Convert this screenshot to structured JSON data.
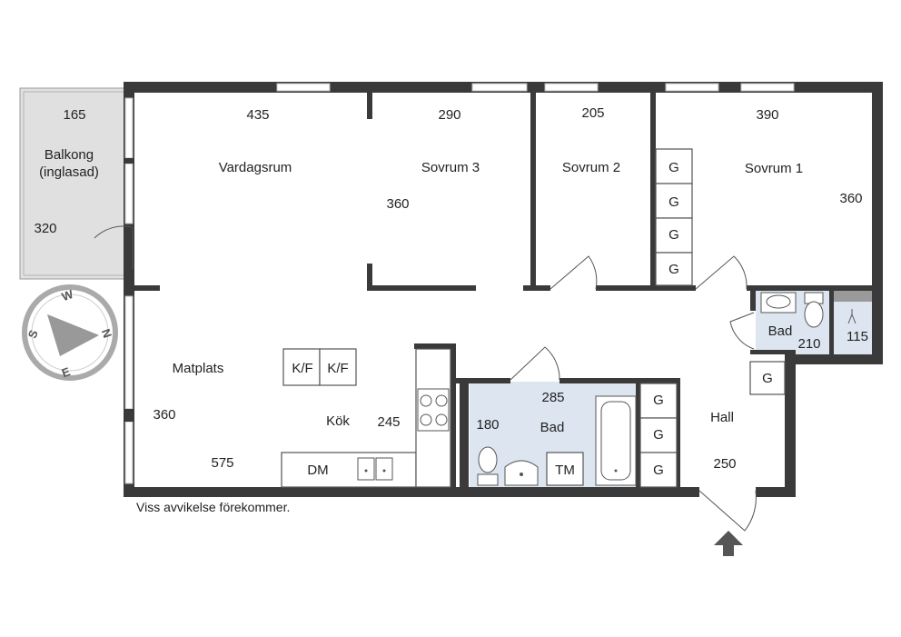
{
  "disclaimer": "Viss avvikelse förekommer.",
  "compass": {
    "north": "N",
    "south": "S",
    "east": "E",
    "west": "W"
  },
  "rooms": {
    "balkong": {
      "name_line1": "Balkong",
      "name_line2": "(inglasad)",
      "width": "165",
      "depth": "320"
    },
    "vardagsrum": {
      "name": "Vardagsrum",
      "width": "435"
    },
    "sovrum3": {
      "name": "Sovrum 3",
      "width": "290",
      "depth": "360"
    },
    "sovrum2": {
      "name": "Sovrum 2",
      "width": "205"
    },
    "sovrum1": {
      "name": "Sovrum 1",
      "width": "390",
      "depth": "360"
    },
    "matplats": {
      "name": "Matplats",
      "depth": "360",
      "width": "575"
    },
    "kok": {
      "name": "Kök",
      "depth": "245"
    },
    "bad_large": {
      "name": "Bad",
      "width": "285",
      "depth": "180"
    },
    "bad_small": {
      "name": "Bad",
      "width": "210",
      "depth": "115"
    },
    "hall": {
      "name": "Hall",
      "depth": "250"
    }
  },
  "fixtures": {
    "wardrobe": "G",
    "fridge_freezer": "K/F",
    "dishwasher": "DM",
    "washing_machine": "TM"
  },
  "colors": {
    "wall": "#3a3a3a",
    "bathroom": "#dde6f0",
    "balcony": "#e0e0e0",
    "entrance_arrow": "#555555"
  }
}
